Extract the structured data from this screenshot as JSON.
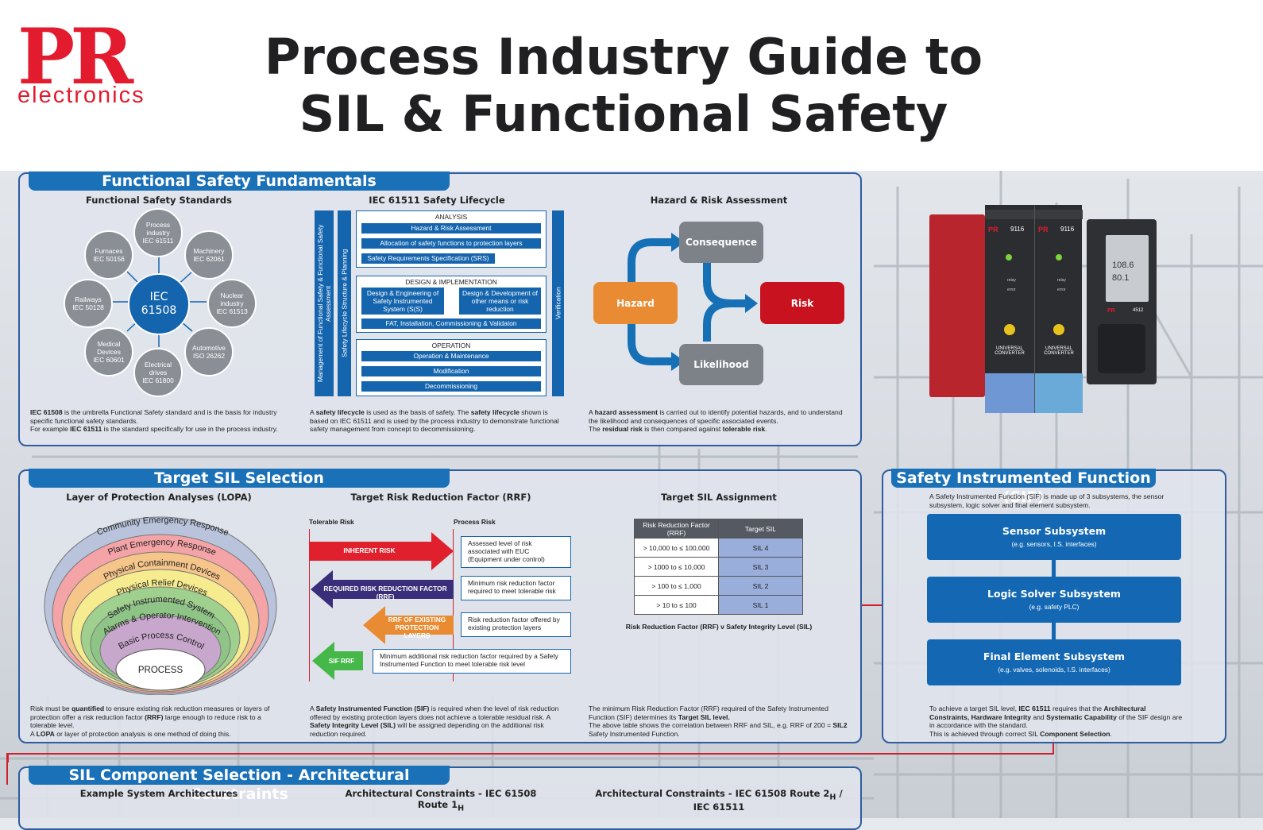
{
  "header": {
    "logo_top": "PR",
    "logo_sub": "electronics",
    "title_line1": "Process Industry Guide to",
    "title_line2": "SIL & Functional Safety"
  },
  "fundamentals": {
    "title": "Functional Safety Fundamentals",
    "standards": {
      "title": "Functional Safety Standards",
      "center": [
        "IEC",
        "61508"
      ],
      "nodes": [
        [
          "Process",
          "industry",
          "IEC 61511"
        ],
        [
          "Machinery",
          "IEC 62061"
        ],
        [
          "Nuclear",
          "industry",
          "IEC 61513"
        ],
        [
          "Automotive",
          "ISO 26262"
        ],
        [
          "Electrical",
          "drives",
          "IEC 61800"
        ],
        [
          "Medical",
          "Devices",
          "IEC 60601"
        ],
        [
          "Railways",
          "IEC 50128"
        ],
        [
          "Furnaces",
          "IEC 50156"
        ]
      ],
      "note_b1": "IEC 61508",
      "note_t1": " is the umbrella Functional Safety standard and is the basis for industry specific functional safety standards.",
      "note_t2": "For example ",
      "note_b2": "IEC 61511",
      "note_t3": " is the standard specifically for use in the process industry."
    },
    "lifecycle": {
      "title": "IEC 61511 Safety Lifecycle",
      "vbar1": "Management of Functional Safety & Functional Safety Assessment",
      "vbar2": "Safety Lifecycle Structure & Planning",
      "vbar3": "Verification",
      "analysis": "ANALYSIS",
      "a1": "Hazard & Risk Assessment",
      "a2": "Allocation of safety functions to protection layers",
      "a3": "Safety Requirements Specification (SRS)",
      "design": "DESIGN & IMPLEMENTATION",
      "d1": "Design & Engineering of Safety Instrumented System (S(S)",
      "d2": "Design & Development of other means or risk reduction",
      "d3": "FAT, Installation, Commissioning & Validaton",
      "operation": "OPERATION",
      "o1": "Operation & Maintenance",
      "o2": "Modification",
      "o3": "Decommissioning",
      "note_t1": "A ",
      "note_b1": "safety lifecycle",
      "note_t2": " is used as the basis of safety. The ",
      "note_b2": "safety lifecycle",
      "note_t3": " shown is based on IEC 61511 and is used by the process industry to demonstrate functional safety management from concept to decommissioning."
    },
    "hazard": {
      "title": "Hazard & Risk Assessment",
      "hazard": "Hazard",
      "consequence": "Consequence",
      "likelihood": "Likelihood",
      "risk": "Risk",
      "note_t1": "A ",
      "note_b1": "hazard assessment",
      "note_t2": " is carried out to identify potential hazards, and to understand the likelihood and consequences of specific associated events.",
      "note_t3": "The ",
      "note_b2": "residual risk",
      "note_t4": " is then compared against ",
      "note_b3": "tolerable risk",
      "note_t5": "."
    }
  },
  "product": {
    "model_a": "9116",
    "model_b": "9116",
    "label": "UNIVERSAL CONVERTER",
    "relay": "relay",
    "error": "error",
    "display1": "108.6",
    "display2": "80.1",
    "model_c": "4512"
  },
  "target_sil": {
    "title": "Target SIL Selection",
    "lopa": {
      "title": "Layer of Protection Analyses (LOPA)",
      "layers": [
        "Community Emergency Response",
        "Plant Emergency Response",
        "Physical Containment Devices",
        "Physical Relief Devices",
        "Safety Instrumented System",
        "Alarms & Operator Intervention",
        "Basic Process Control"
      ],
      "process": "PROCESS",
      "note_t1": "Risk must be ",
      "note_b1": "quantified",
      "note_t2": " to ensure existing risk reduction measures or layers of protection offer a risk reduction factor ",
      "note_b2": "(RRF)",
      "note_t3": " large enough to reduce risk to a tolerable level.",
      "note_t4": "A ",
      "note_b3": "LOPA",
      "note_t5": " or layer of protection analysis is one method of doing this."
    },
    "rrf": {
      "title": "Target Risk Reduction Factor (RRF)",
      "tolerable": "Tolerable Risk",
      "process": "Process Risk",
      "inherent": "INHERENT RISK",
      "required": "REQUIRED RISK REDUCTION FACTOR (RRF)",
      "existing": "RRF OF EXISTING PROTECTION LAYERS",
      "sif_rrf": "SIF RRF",
      "box1": "Assessed level of risk associated with EUC (Equipment under control)",
      "box2": "Minimum risk reduction factor required to meet tolerable risk",
      "box3": "Risk reduction factor offered by existing protection layers",
      "box4": "Minimum additional risk reduction factor required by a Safety Instrumented Function to meet tolerable risk level",
      "note_t1": "A ",
      "note_b1": "Safety Instrumented Function (SIF)",
      "note_t2": " is required when the level of risk reduction offered by existing protection layers does not achieve a tolerable residual risk. A ",
      "note_b2": "Safety Integrity Level (SIL)",
      "note_t3": " will be assigned depending on the additional risk reduction required."
    },
    "assignment": {
      "title": "Target SIL Assignment",
      "col1": "Risk Reduction Factor (RRF)",
      "col2": "Target SIL",
      "rows": [
        [
          "> 10,000 to ≤ 100,000",
          "SIL 4"
        ],
        [
          "> 1000 to ≤ 10,000",
          "SIL 3"
        ],
        [
          "> 100 to ≤ 1,000",
          "SIL 2"
        ],
        [
          "> 10 to ≤ 100",
          "SIL 1"
        ]
      ],
      "caption": "Risk Reduction Factor (RRF) v Safety Integrity Level (SIL)",
      "note_t1": "The minimum Risk Reduction Factor (RRF) required of the Safety Instrumented Function (SIF) determines its ",
      "note_b1": "Target SIL level.",
      "note_t2": "The above table shows the correlation between RRF and SIL, e.g.  RRF of 200 = ",
      "note_b2": "SIL2",
      "note_t3": " Safety Instrumented Function."
    }
  },
  "sif": {
    "title": "Safety Instrumented Function (SIF)",
    "intro": "A Safety Instrumented Function (SIF) is made up of 3 subsystems, the sensor subsystem, logic solver and final element subsystem.",
    "sensor": "Sensor Subsystem",
    "sensor_sub": "(e.g. sensors, I.S. interfaces)",
    "logic": "Logic Solver Subsystem",
    "logic_sub": "(e.g. safety PLC)",
    "final": "Final Element Subsystem",
    "final_sub": "(e.g. valves, solenoids, I.S. interfaces)",
    "note_t1": "To achieve a target SIL level, ",
    "note_b1": "IEC 61511",
    "note_t2": " requires that the ",
    "note_b2": "Architectural Constraints, Hardware Integrity",
    "note_t3": " and ",
    "note_b3": "Systematic Capability",
    "note_t4": " of the SIF design are in accordance with the standard.",
    "note_t5": "This is achieved through correct SIL ",
    "note_b4": "Component Selection",
    "note_t6": "."
  },
  "architecture": {
    "title": "SIL Component Selection - Architectural Constraints",
    "sub1": "Example System Architectures",
    "sub2": "Architectural Constraints - IEC 61508 Route 1",
    "sub2_sub": "H",
    "sub3": "Architectural Constraints - IEC 61508 Route 2",
    "sub3_sub": "H",
    "sub3_tail": " / IEC 61511"
  },
  "colors": {
    "brand_red": "#e21b2f",
    "accent_blue": "#1a71b8",
    "hazard_orange": "#e88b32",
    "risk_red": "#c8121f",
    "node_gray": "#8a8f96"
  }
}
